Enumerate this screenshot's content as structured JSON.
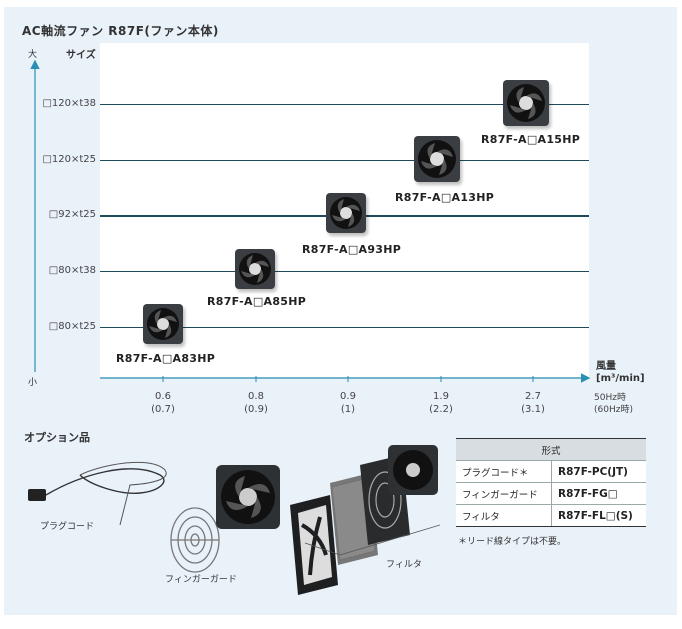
{
  "title": "AC軸流ファン R87F(ファン本体)",
  "chart_data": {
    "type": "scatter",
    "y_axis": {
      "title": "サイズ",
      "top_label": "大",
      "bottom_label": "小",
      "categories": [
        "□80×t25",
        "□80×t38",
        "□92×t25",
        "□120×t25",
        "□120×t38"
      ]
    },
    "x_axis": {
      "title": "風量",
      "unit": "[m³/min]",
      "ticks": [
        {
          "main": "0.6",
          "sub": "(0.7)"
        },
        {
          "main": "0.8",
          "sub": "(0.9)"
        },
        {
          "main": "0.9",
          "sub": "(1)"
        },
        {
          "main": "1.9",
          "sub": "(2.2)"
        },
        {
          "main": "2.7",
          "sub": "(3.1)"
        }
      ],
      "note_line1": "50Hz時",
      "note_line2": "(60Hz時)"
    },
    "points": [
      {
        "model": "R87F-A□A83HP",
        "flow_50hz": 0.6,
        "flow_60hz": 0.7,
        "size": "□80×t25"
      },
      {
        "model": "R87F-A□A85HP",
        "flow_50hz": 0.8,
        "flow_60hz": 0.9,
        "size": "□80×t38"
      },
      {
        "model": "R87F-A□A93HP",
        "flow_50hz": 0.9,
        "flow_60hz": 1,
        "size": "□92×t25"
      },
      {
        "model": "R87F-A□A13HP",
        "flow_50hz": 1.9,
        "flow_60hz": 2.2,
        "size": "□120×t25"
      },
      {
        "model": "R87F-A□A15HP",
        "flow_50hz": 2.7,
        "flow_60hz": 3.1,
        "size": "□120×t38"
      }
    ]
  },
  "options": {
    "title": "オプション品",
    "captions": {
      "plug_cord": "プラグコード",
      "finger_guard": "フィンガーガード",
      "filter": "フィルタ"
    },
    "table": {
      "header": "形式",
      "rows": [
        {
          "name": "プラグコード＊",
          "code": "R87F-PC(JT)"
        },
        {
          "name": "フィンガーガード",
          "code": "R87F-FG□"
        },
        {
          "name": "フィルタ",
          "code": "R87F-FL□(S)"
        }
      ]
    },
    "note": "＊リード線タイプは不要。"
  },
  "colors": {
    "panel_bg": "#e9f1f9",
    "grid_line": "#1e4a5a",
    "axis_arrow": "#2a8fb4"
  }
}
